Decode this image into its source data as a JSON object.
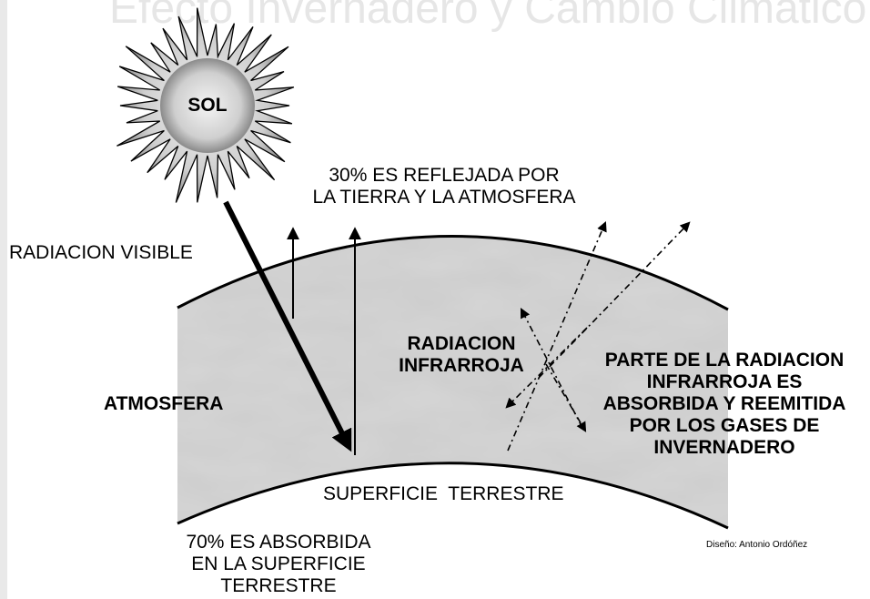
{
  "header": {
    "title_ghost": "Efecto Invernadero y Cambio Climático"
  },
  "labels": {
    "sun": "SOL",
    "reflected": "30% ES REFLEJADA POR\nLA TIERRA Y LA ATMOSFERA",
    "visible_radiation": "RADIACION VISIBLE",
    "infrared": "RADIACION\nINFRARROJA",
    "absorbed_reemitted": "PARTE DE LA RADIACION\nINFRARROJA ES\nABSORBIDA Y REEMITIDA\nPOR LOS GASES DE\nINVERNADERO",
    "atmosphere": "ATMOSFERA",
    "surface": "SUPERFICIE  TERRESTRE",
    "absorbed_surface": "70% ES ABSORBIDA\nEN LA SUPERFICIE\nTERRESTRE",
    "credit": "Diseño: Antonio Ordóñez"
  },
  "colors": {
    "ink": "#000000",
    "atmosphere_fill": "#d4d4d4",
    "sun_fill": "#bdbdbd",
    "ghost_text": "#e6e6e6"
  }
}
